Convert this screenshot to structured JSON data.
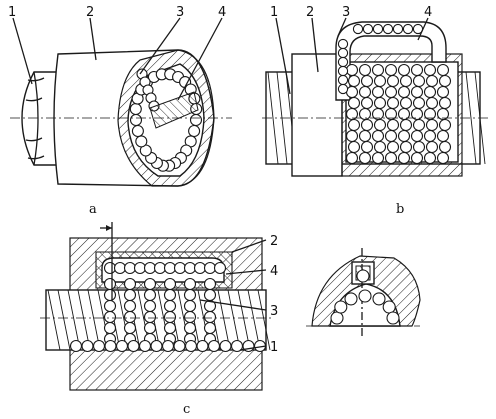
{
  "callouts": {
    "a": [
      "1",
      "2",
      "3",
      "4"
    ],
    "b": [
      "1",
      "2",
      "3",
      "4"
    ],
    "c": [
      "2",
      "4",
      "3",
      "1"
    ]
  },
  "captions": {
    "a": "a",
    "b": "b",
    "c": "c"
  }
}
